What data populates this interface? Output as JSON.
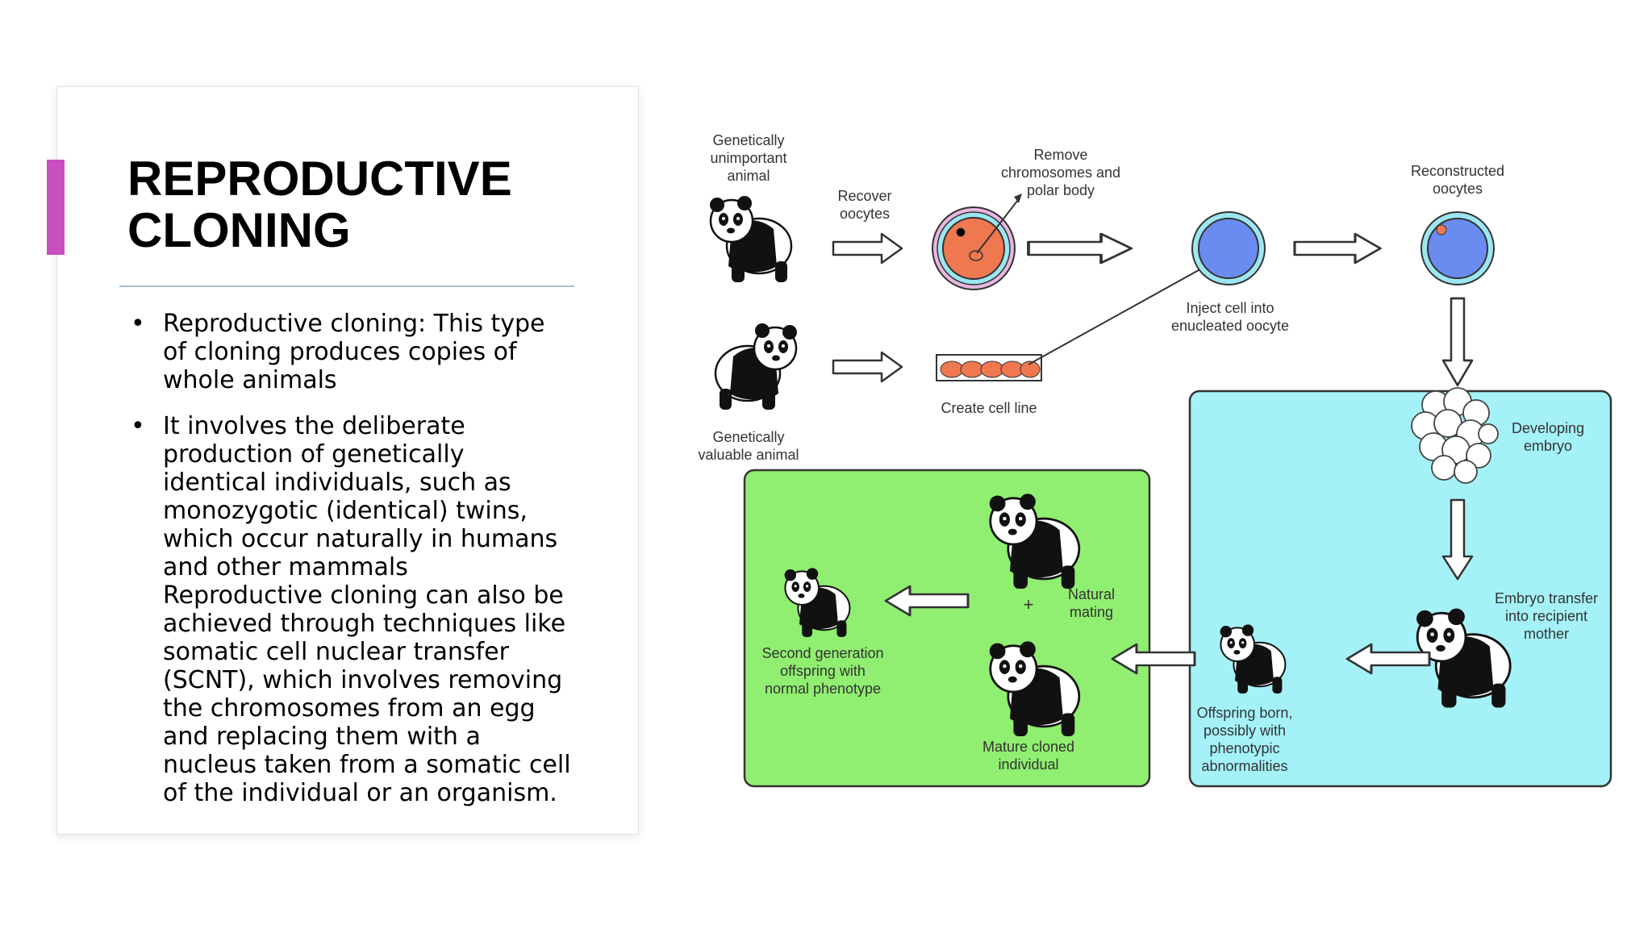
{
  "colors": {
    "accent": "#c84fbf",
    "rule": "#a9bed2",
    "green_panel": "#90ee70",
    "cyan_panel": "#a4f2f8",
    "oocyte_blue": "#6a8cf0",
    "oocyte_orange": "#f07850"
  },
  "slide": {
    "title_lines": [
      "REPRODUCTIVE",
      "CLONING"
    ],
    "bullets": [
      [
        "Reproductive cloning: This type",
        "of cloning produces copies of",
        "whole animals"
      ],
      [
        "It involves the deliberate",
        "production of genetically",
        "identical individuals, such as",
        "monozygotic (identical) twins,",
        "which occur naturally in humans",
        "and other mammals",
        "Reproductive cloning can also be",
        "achieved through techniques like",
        "somatic cell nuclear transfer",
        "(SCNT), which involves removing",
        "the chromosomes from an egg",
        "and replacing them with a",
        "nucleus taken from a somatic cell",
        "of the individual or an organism."
      ]
    ]
  },
  "diagram": {
    "labels": {
      "unimportant_animal": [
        "Genetically",
        "unimportant",
        "animal"
      ],
      "recover_oocytes": [
        "Recover",
        "oocytes"
      ],
      "remove_chromosomes": [
        "Remove",
        "chromosomes and",
        "polar body"
      ],
      "reconstructed_oocytes": [
        "Reconstructed",
        "oocytes"
      ],
      "inject_cell": [
        "Inject cell into",
        "enucleated oocyte"
      ],
      "create_cell_line": [
        "Create cell line"
      ],
      "valuable_animal": [
        "Genetically",
        "valuable animal"
      ],
      "developing_embryo": [
        "Developing",
        "embryo"
      ],
      "embryo_transfer": [
        "Embryo transfer",
        "into recipient",
        "mother"
      ],
      "natural_mating": [
        "Natural",
        "mating"
      ],
      "plus": "+",
      "second_generation": [
        "Second generation",
        "offspring with",
        "normal phenotype"
      ],
      "mature_cloned": [
        "Mature cloned",
        "individual"
      ],
      "offspring_born": [
        "Offspring born,",
        "possibly with",
        "phenotypic",
        "abnormalities"
      ]
    },
    "icons": {
      "panda": "panda-icon",
      "oocyte": "oocyte-icon",
      "cell_line": "cell-culture-icon",
      "embryo": "embryo-icon",
      "arrow": "hollow-arrow-icon"
    }
  }
}
